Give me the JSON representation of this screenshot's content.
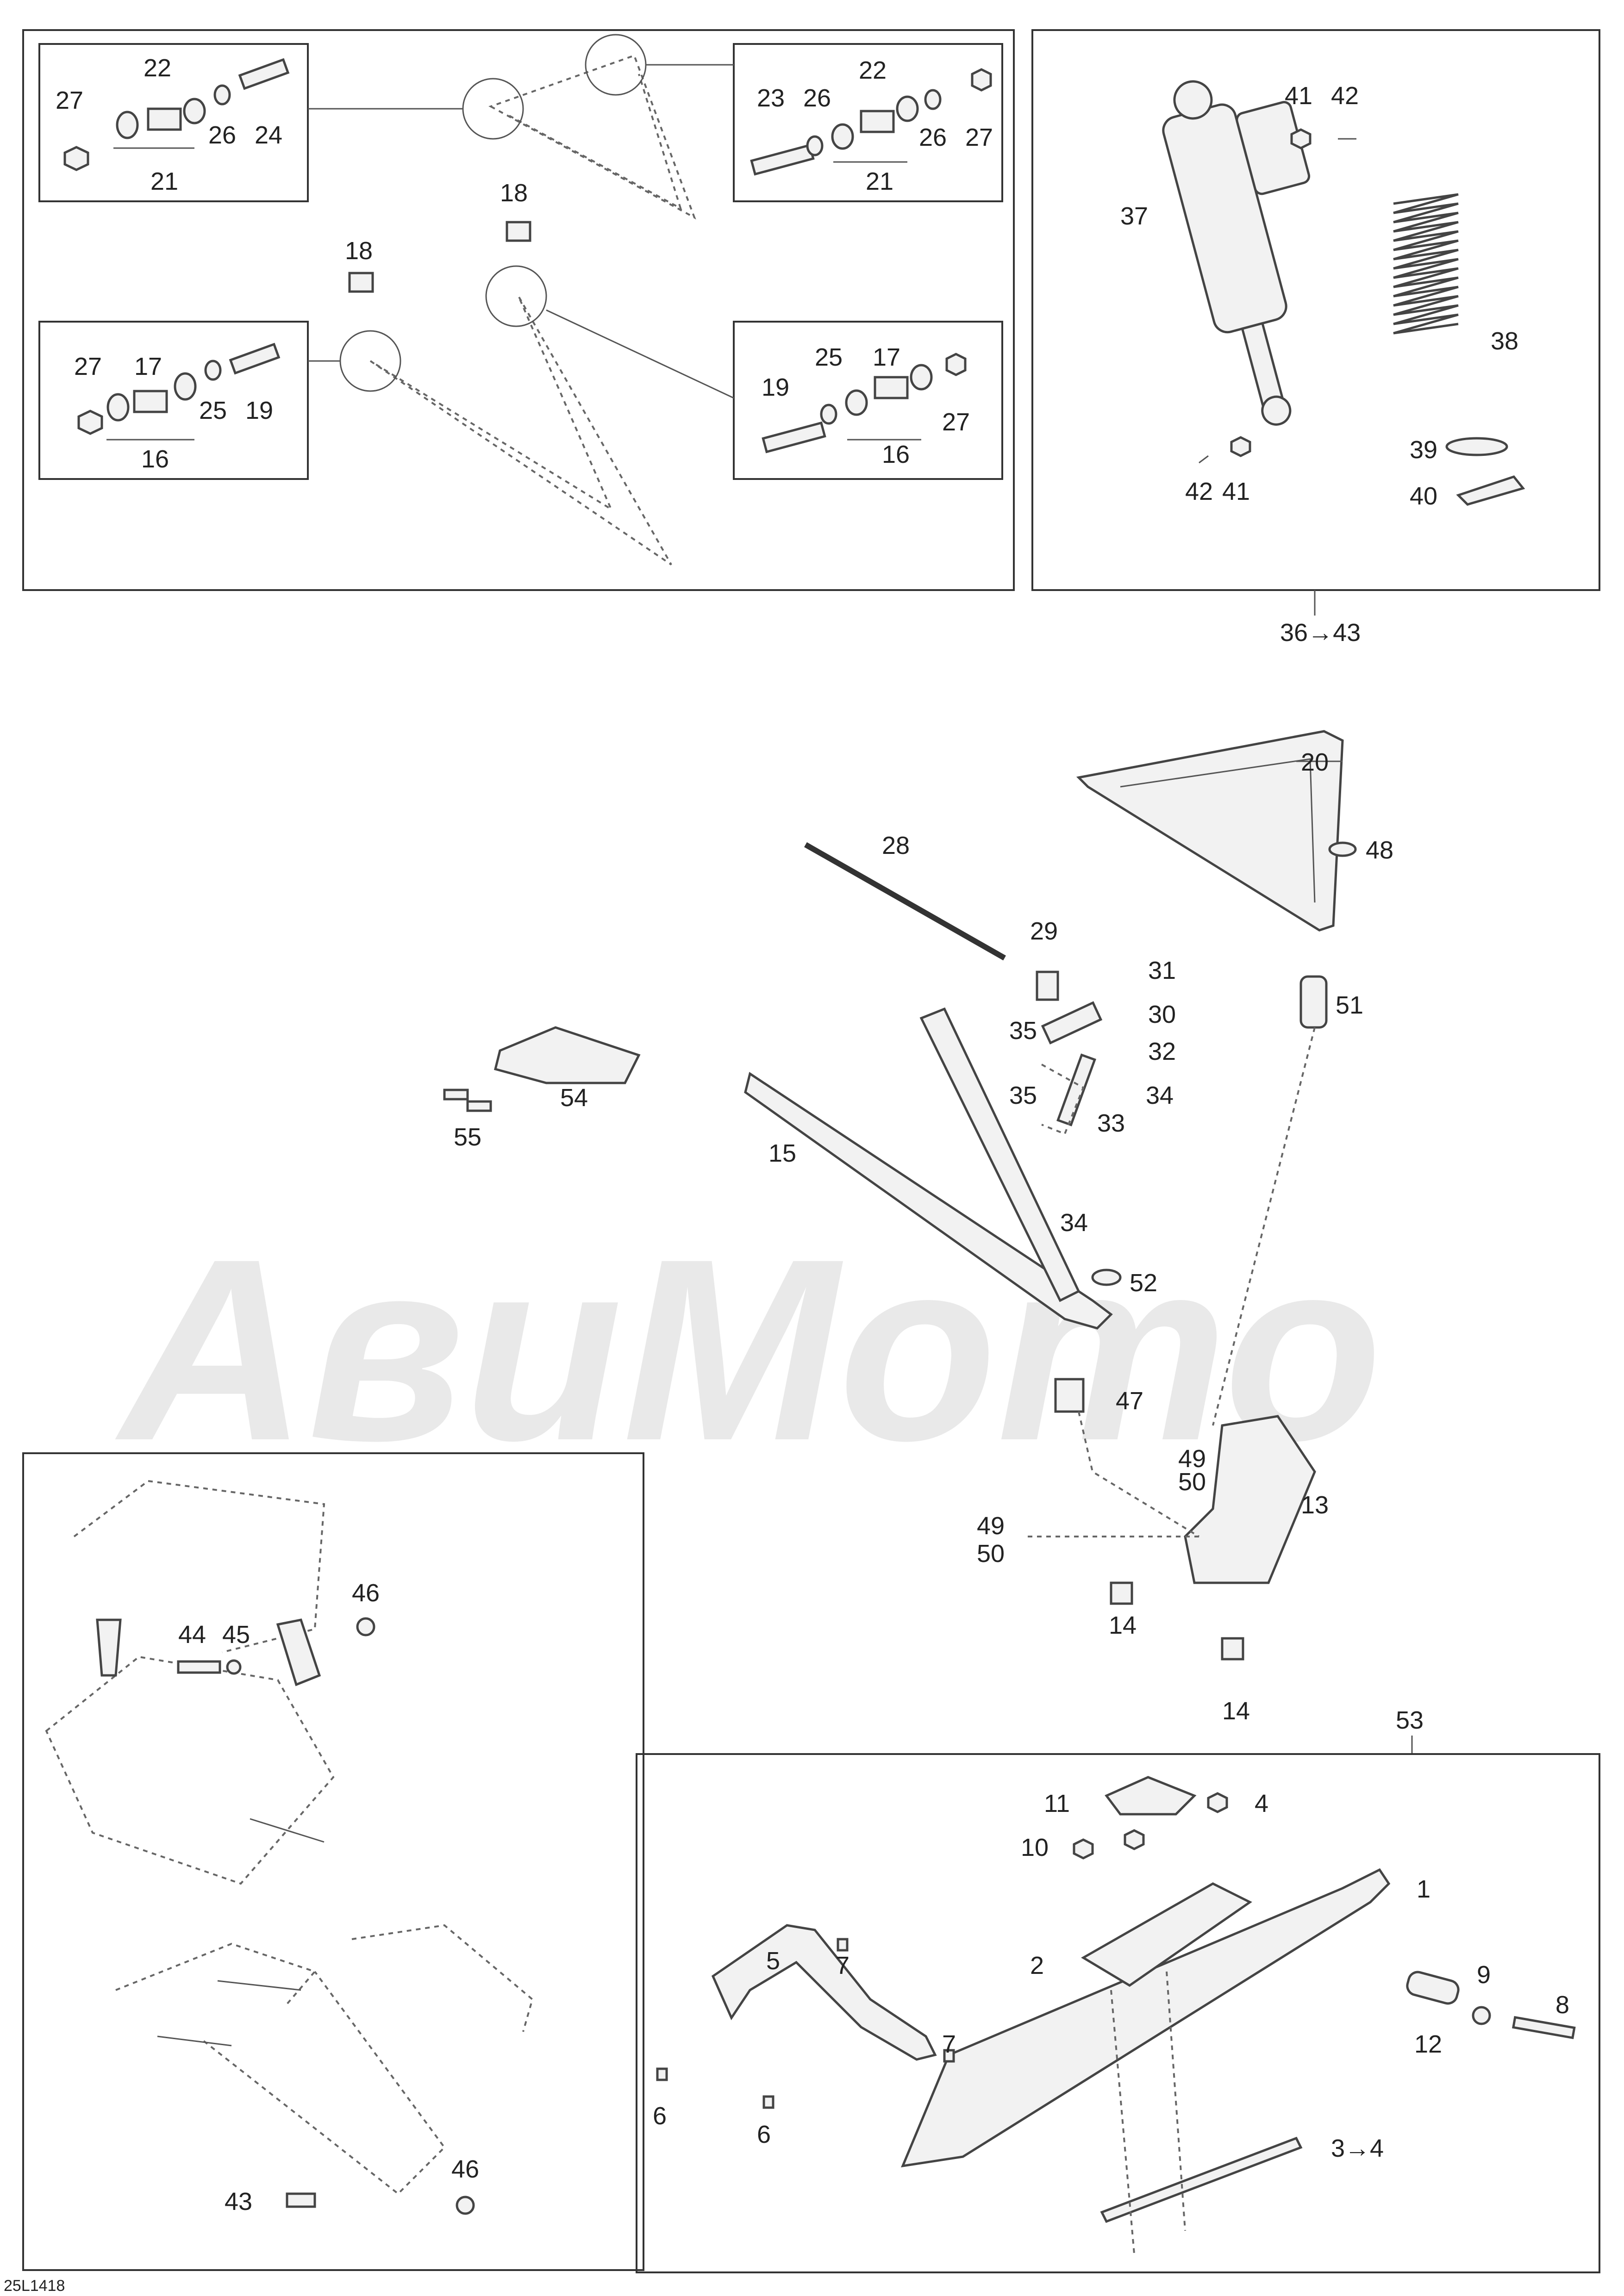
{
  "watermark": "АвиМото",
  "drawing_code": "25L1418",
  "callouts": {
    "c1": "1",
    "c2": "2",
    "c3_4": "3→4",
    "c4": "4",
    "c5": "5",
    "c6a": "6",
    "c6b": "6",
    "c7a": "7",
    "c7b": "7",
    "c8": "8",
    "c9": "9",
    "c10": "10",
    "c11": "11",
    "c12": "12",
    "c13": "13",
    "c14a": "14",
    "c14b": "14",
    "c15": "15",
    "c16a": "16",
    "c16b": "16",
    "c17a": "17",
    "c17b": "17",
    "c18a": "18",
    "c18b": "18",
    "c19a": "19",
    "c19b": "19",
    "c20": "20",
    "c21a": "21",
    "c21b": "21",
    "c22a": "22",
    "c22b": "22",
    "c23": "23",
    "c24": "24",
    "c25a": "25",
    "c25b": "25",
    "c26a": "26",
    "c26b": "26",
    "c26c": "26",
    "c27a": "27",
    "c27b": "27",
    "c27c": "27",
    "c27d": "27",
    "c28": "28",
    "c29": "29",
    "c30": "30",
    "c31": "31",
    "c32": "32",
    "c33": "33",
    "c34a": "34",
    "c34b": "34",
    "c35a": "35",
    "c35b": "35",
    "c36_43": "36→43",
    "c37": "37",
    "c38": "38",
    "c39": "39",
    "c40": "40",
    "c41a": "41",
    "c41b": "41",
    "c42a": "42",
    "c42b": "42",
    "c43": "43",
    "c44": "44",
    "c45": "45",
    "c46a": "46",
    "c46b": "46",
    "c47": "47",
    "c48": "48",
    "c49a": "49",
    "c49b": "49",
    "c50a": "50",
    "c50b": "50",
    "c51": "51",
    "c52": "52",
    "c53": "53",
    "c54": "54",
    "c55": "55"
  }
}
